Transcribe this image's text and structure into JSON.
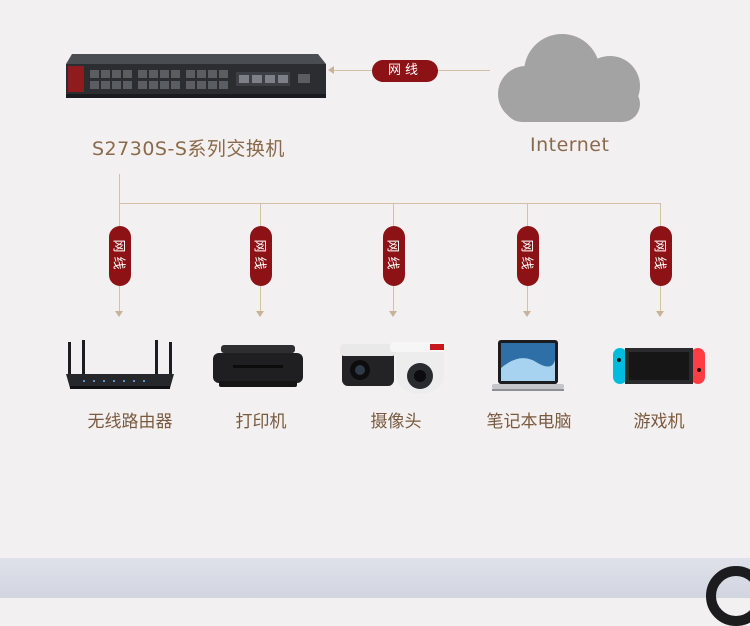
{
  "switch": {
    "label": "S2730S-S系列交换机"
  },
  "cloud": {
    "label": "Internet"
  },
  "uplink": {
    "cable_label": "网线"
  },
  "devices": [
    {
      "label": "无线路由器",
      "cable_label": "网线",
      "icon": "router-icon"
    },
    {
      "label": "打印机",
      "cable_label": "网线",
      "icon": "printer-icon"
    },
    {
      "label": "摄像头",
      "cable_label": "网线",
      "icon": "camera-icon"
    },
    {
      "label": "笔记本电脑",
      "cable_label": "网线",
      "icon": "laptop-icon"
    },
    {
      "label": "游戏机",
      "cable_label": "网线",
      "icon": "game-console-icon"
    }
  ],
  "colors": {
    "cable_pill": "#8c1216",
    "line": "#d4bfa8",
    "label_text": "#8a6a4a"
  }
}
